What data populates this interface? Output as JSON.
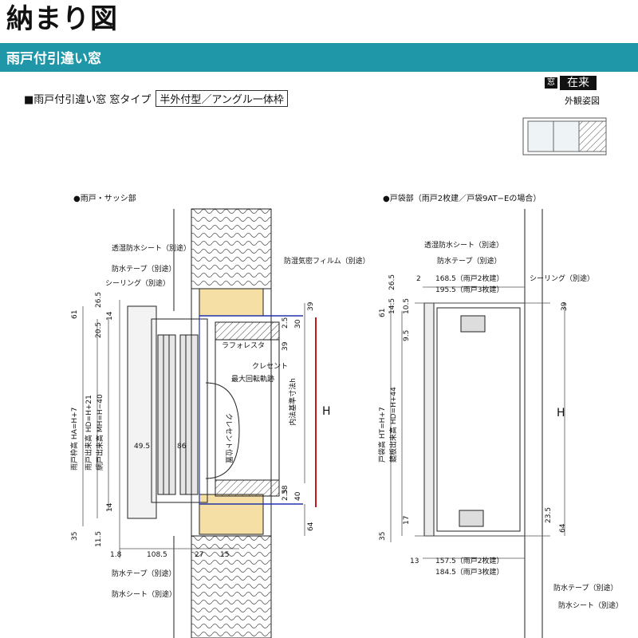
{
  "header": {
    "title": "納まり図",
    "subtitle": "雨戸付引違い窓"
  },
  "window_type": {
    "label": "■雨戸付引違い窓 窓タイプ",
    "value": "半外付型／アングル一体枠"
  },
  "badge": {
    "mado": "窓",
    "zairai": "在来",
    "gaikan": "外観姿図"
  },
  "left": {
    "section": "●雨戸・サッシ部",
    "notes": [
      "透湿防水シート（別途）",
      "防水テープ（別途）",
      "シーリング（別途）",
      "防湿気密フィルム（別途）",
      "ラフォレスタ",
      "クレセント",
      "最大回転軌跡",
      "クレセント位置",
      "内法基準寸法h",
      "H",
      "防水テープ（別途）",
      "防水シート（別途）"
    ],
    "dims": [
      "61",
      "26.5",
      "14",
      "20.5",
      "14",
      "35",
      "11.5",
      "1.8",
      "108.5",
      "27",
      "15",
      "49.5",
      "86",
      "39",
      "2.5",
      "30",
      "39",
      "38",
      "2.5",
      "40",
      "64"
    ],
    "vlabels": [
      "雨戸枠高 HA=H+7",
      "雨戸出来高 HD=H+21",
      "網戸出来高 MH=H−40"
    ]
  },
  "right": {
    "section": "●戸袋部（雨戸2枚建／戸袋9AT−Eの場合）",
    "notes": [
      "透湿防水シート（別途）",
      "防水テープ（別途）",
      "シーリング（別途）",
      "H",
      "防水テープ（別途）",
      "防水シート（別途）"
    ],
    "dims": [
      "2",
      "26.5",
      "168.5（雨戸2枚建）",
      "195.5（雨戸3枚建）",
      "61",
      "14.5",
      "10.5",
      "9.5",
      "39",
      "17",
      "35",
      "23.5",
      "64",
      "13",
      "157.5（雨戸2枚建）",
      "184.5（雨戸3枚建）"
    ],
    "vlabels": [
      "戸袋高 HT=H+7",
      "鏡板出来高 HD=H+44"
    ]
  },
  "colors": {
    "accent": "#1f97a8",
    "insulation": "#f6dfa4",
    "red": "#c4161c",
    "blue": "#2233aa"
  }
}
